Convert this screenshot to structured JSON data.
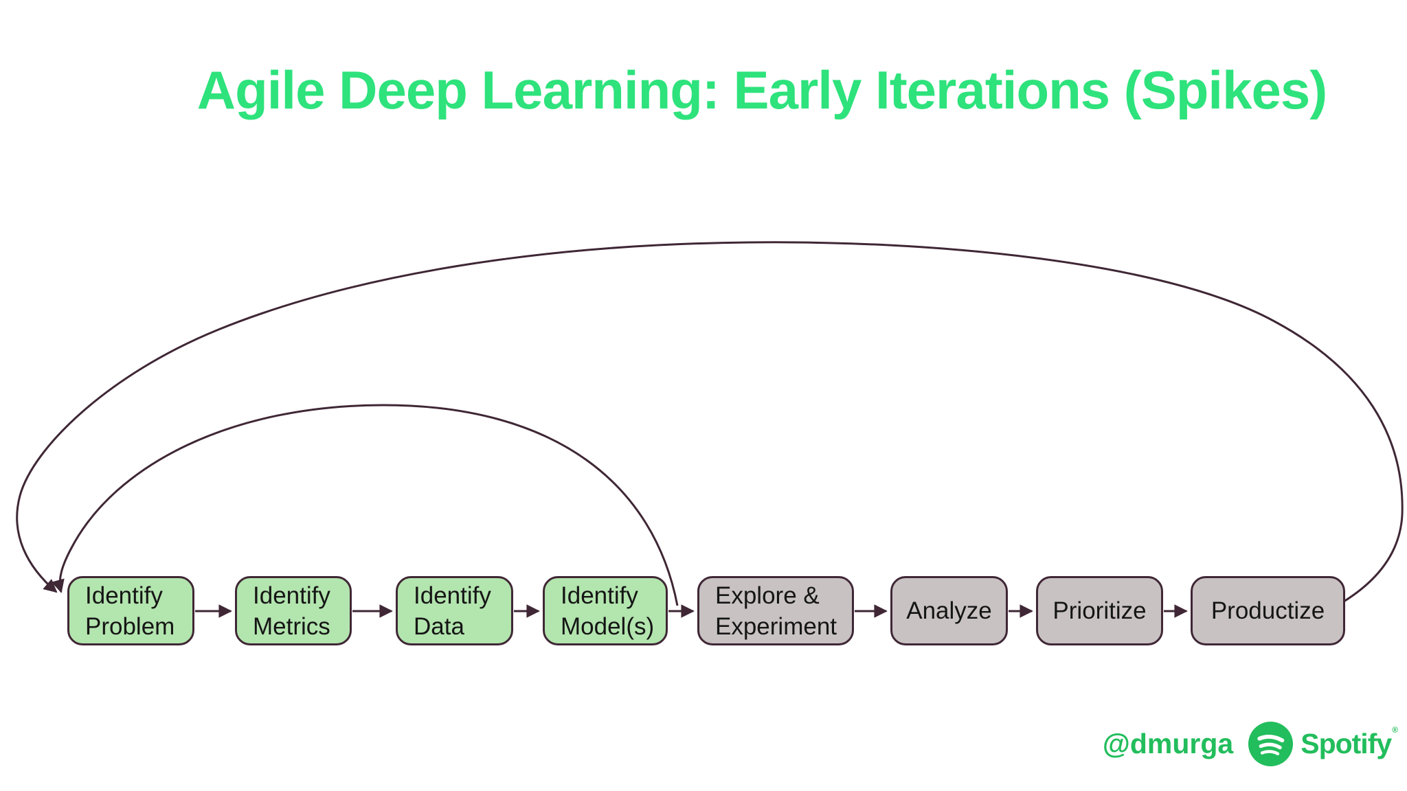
{
  "slide": {
    "title": "Agile Deep Learning: Early Iterations (Spikes)"
  },
  "flow": {
    "boxes": [
      {
        "id": "identify-problem",
        "label": "Identify\nProblem",
        "stage": "early"
      },
      {
        "id": "identify-metrics",
        "label": "Identify\nMetrics",
        "stage": "early"
      },
      {
        "id": "identify-data",
        "label": "Identify\nData",
        "stage": "early"
      },
      {
        "id": "identify-models",
        "label": "Identify\nModel(s)",
        "stage": "early"
      },
      {
        "id": "explore-experiment",
        "label": "Explore &\nExperiment",
        "stage": "later"
      },
      {
        "id": "analyze",
        "label": "Analyze",
        "stage": "later"
      },
      {
        "id": "prioritize",
        "label": "Prioritize",
        "stage": "later"
      },
      {
        "id": "productize",
        "label": "Productize",
        "stage": "later"
      }
    ],
    "loops": [
      {
        "from": "productize",
        "to": "identify-problem"
      },
      {
        "from": "identify-models",
        "to": "identify-problem"
      }
    ]
  },
  "colors": {
    "title_green": "#2ee27c",
    "footer_green": "#22bd5c",
    "box_green": "#b3e5ae",
    "box_gray": "#c8c2c3",
    "stroke": "#3f2735"
  },
  "footer": {
    "handle": "@dmurga",
    "brand": "Spotify",
    "registered": "®"
  }
}
